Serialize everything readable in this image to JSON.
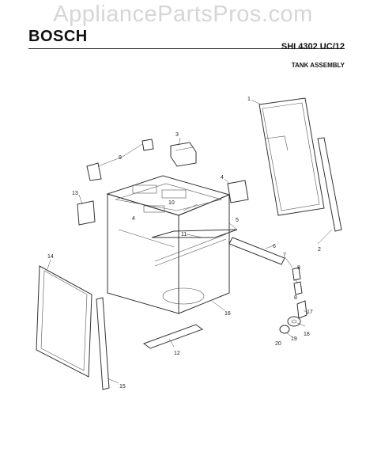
{
  "watermark": "AppliancePartsPros.com",
  "brand": "BOSCH",
  "model": "SHI 4302 UC/12",
  "title": "TANK ASSEMBLY",
  "callouts": {
    "c1": "1",
    "c2": "2",
    "c3": "3",
    "c4a": "4",
    "c4b": "4",
    "c5": "5",
    "c6": "6",
    "c7": "7",
    "c8a": "8",
    "c8b": "8",
    "c9": "9",
    "c10": "10",
    "c11": "11",
    "c12": "12",
    "c13": "13",
    "c14": "14",
    "c15": "15",
    "c16": "16",
    "c17": "17",
    "c18": "18",
    "c19": "19",
    "c20": "20"
  }
}
